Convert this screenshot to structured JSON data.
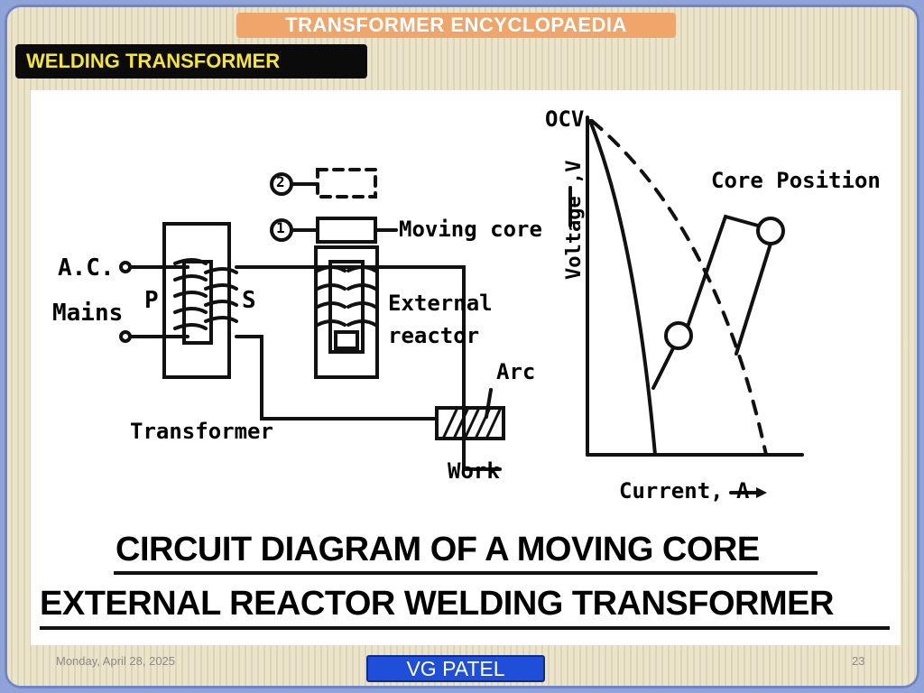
{
  "header": {
    "banner": "TRANSFORMER ENCYCLOPAEDIA",
    "section_title": "WELDING TRANSFORMER"
  },
  "figure": {
    "labels": {
      "ac_mains_1": "A.C.",
      "ac_mains_2": "Mains",
      "primary": "P",
      "secondary": "S",
      "transformer": "Transformer",
      "pos2": "2",
      "pos1": "1",
      "moving_core": "Moving core",
      "external": "External",
      "reactor": "reactor",
      "arc": "Arc",
      "work": "Work",
      "ocv": "OCV",
      "core_position": "Core Position",
      "voltage_axis": "Voltage ,V",
      "current_axis": "Current, A"
    },
    "caption_line1": "CIRCUIT DIAGRAM OF A MOVING CORE",
    "caption_line2": "EXTERNAL REACTOR WELDING TRANSFORMER"
  },
  "footer": {
    "date": "Monday, April 28, 2025",
    "author": "VG PATEL",
    "page_number": "23"
  },
  "colors": {
    "banner": "#f0a66a",
    "section_bg": "#0b0b0b",
    "section_text": "#f4e633",
    "author_bg": "#1f4fd9"
  }
}
